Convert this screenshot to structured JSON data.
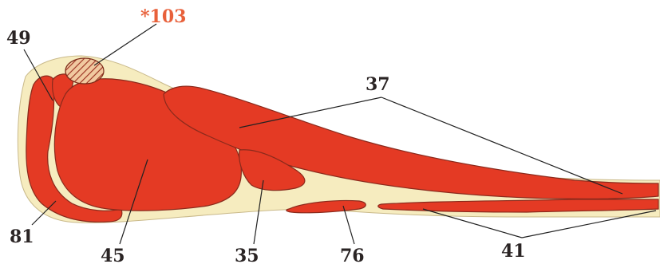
{
  "labels": {
    "l103": "*103",
    "l49": "49",
    "l37": "37",
    "l81": "81",
    "l45": "45",
    "l35": "35",
    "l76": "76",
    "l41": "41"
  },
  "colors": {
    "fat": "#f6ecbf",
    "muscle": "#e43a24",
    "accent_label": "#e8603a",
    "label_text": "#2a2424",
    "hatch": "#9a3020"
  }
}
